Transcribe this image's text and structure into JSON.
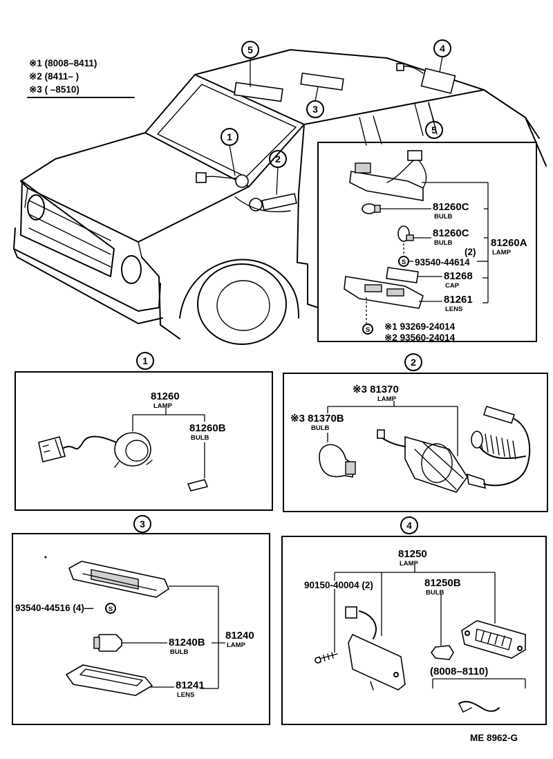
{
  "legend": {
    "row1": "※1 (8008–8411)",
    "row2": "※2 (8411–      )",
    "row3": "※3 (      –8510)"
  },
  "callouts": {
    "c1": "1",
    "c2": "2",
    "c3": "3",
    "c4": "4",
    "c5": "5"
  },
  "panel5": {
    "bulb_a_pn": "81260C",
    "bulb_a_name": "BULB",
    "bulb_b_pn": "81260C",
    "bulb_b_name": "BULB",
    "qty2": "(2)",
    "screw_pn": "93540-44614",
    "screw_mark": "S",
    "lamp_pn": "81260A",
    "lamp_name": "LAMP",
    "cap_pn": "81268",
    "cap_name": "CAP",
    "lens_pn": "81261",
    "lens_name": "LENS",
    "clip1": "※1 93269-24014",
    "clip2": "※2 93560-24014",
    "clip_mark": "S"
  },
  "panel1": {
    "lamp_pn": "81260",
    "lamp_name": "LAMP",
    "bulb_pn": "81260B",
    "bulb_name": "BULB"
  },
  "panel2": {
    "lamp_pn": "※3 81370",
    "lamp_name": "LAMP",
    "bulb_pn": "※3 81370B",
    "bulb_name": "BULB"
  },
  "panel3": {
    "screw_pn": "93540-44516 (4)—",
    "screw_mark": "S",
    "bulb_pn": "81240B",
    "bulb_name": "BULB",
    "lamp_pn": "81240",
    "lamp_name": "LAMP",
    "lens_pn": "81241",
    "lens_name": "LENS"
  },
  "panel4": {
    "lamp_pn": "81250",
    "lamp_name": "LAMP",
    "screw_pn": "90150-40004 (2)",
    "bulb_pn": "81250B",
    "bulb_name": "BULB",
    "range": "(8008–8110)"
  },
  "footer": {
    "code": "ME  8962-G"
  },
  "colors": {
    "ink": "#000000",
    "paper": "#ffffff"
  }
}
